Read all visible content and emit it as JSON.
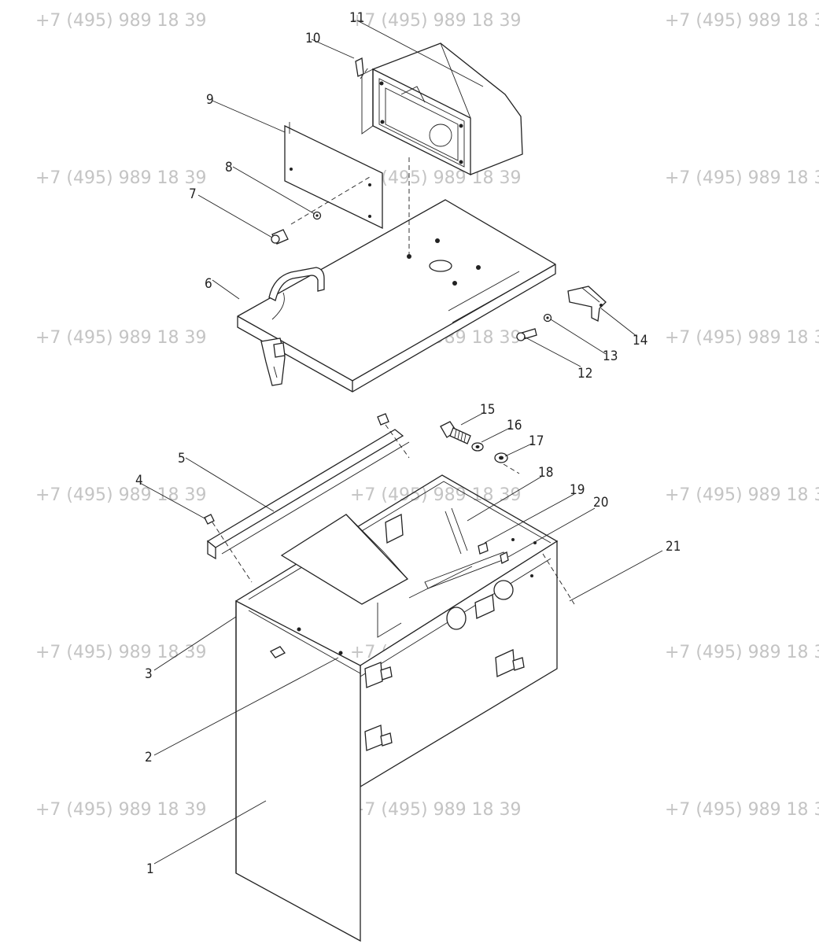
{
  "watermark": {
    "text": "+7 (495) 989 18 39",
    "color": "#c4c4c4"
  },
  "callouts": [
    "1",
    "2",
    "3",
    "4",
    "5",
    "6",
    "7",
    "8",
    "9",
    "10",
    "11",
    "12",
    "13",
    "14",
    "15",
    "16",
    "17",
    "18",
    "19",
    "20",
    "21"
  ]
}
